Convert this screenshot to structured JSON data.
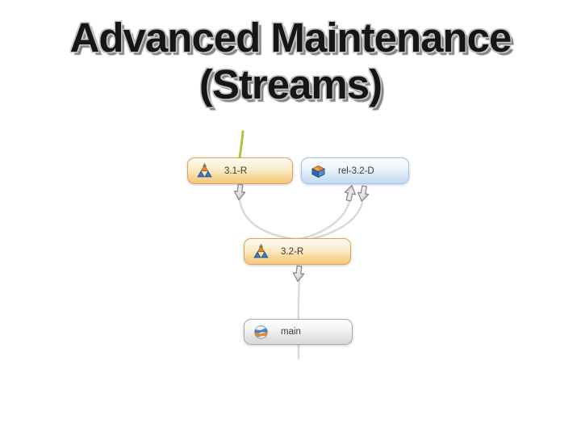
{
  "title": {
    "line1": "Advanced Maintenance",
    "line2": "(Streams)"
  },
  "diagram": {
    "nodes": [
      {
        "id": "3.1-R",
        "label": "3.1-R",
        "type": "release-stream",
        "icon": "stream-triangles-icon"
      },
      {
        "id": "rel-3.2-D",
        "label": "rel-3.2-D",
        "type": "dynamic-stream",
        "icon": "stream-box-icon"
      },
      {
        "id": "3.2-R",
        "label": "3.2-R",
        "type": "release-stream",
        "icon": "stream-triangles-icon"
      },
      {
        "id": "main",
        "label": "main",
        "type": "depot",
        "icon": "depot-sphere-icon"
      }
    ],
    "arrows": [
      {
        "name": "down-arrow-icon",
        "below": "3.1-R",
        "direction": "down"
      },
      {
        "name": "up-arrow-icon",
        "below": "rel-3.2-D",
        "direction": "up"
      },
      {
        "name": "down-arrow-icon",
        "below": "rel-3.2-D",
        "direction": "down"
      },
      {
        "name": "down-arrow-icon",
        "below": "3.2-R",
        "direction": "down"
      }
    ],
    "connections": [
      {
        "from": "3.1-R",
        "to": "3.2-R"
      },
      {
        "from": "rel-3.2-D",
        "to": "3.2-R"
      },
      {
        "from": "3.2-R",
        "to": "main"
      }
    ],
    "colors": {
      "release_node_border": "#E0A44C",
      "release_node_fill": "#F3C87F",
      "dynamic_node_border": "#A3C4E2",
      "dynamic_node_fill": "#C6DCF0",
      "depot_node_border": "#AAAAAA",
      "depot_node_fill": "#D9D9D9",
      "connector_line": "#D9D9D9",
      "workspace_line_green": "#A8C544",
      "arrow_outline": "#8A8A8A"
    }
  }
}
